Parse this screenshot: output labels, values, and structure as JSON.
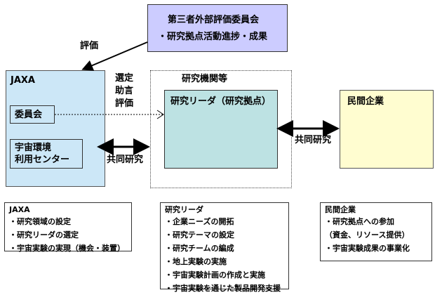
{
  "third_party": {
    "title": "第三者外部評価委員会",
    "subtitle": "・研究拠点活動進捗・成果"
  },
  "labels": {
    "evaluation": "評価",
    "select_advise_eval": [
      "選定",
      "助言",
      "評価"
    ],
    "joint_research_left": "共同研究",
    "joint_research_right": "共同研究"
  },
  "jaxa": {
    "title": "JAXA",
    "committee": "委員会",
    "space_center": [
      "宇宙環境",
      "利用センター"
    ]
  },
  "research_org": {
    "title": "研究機関等",
    "leader": "研究リーダ（研究拠点）"
  },
  "private_company": {
    "title": "民間企業"
  },
  "panels": {
    "jaxa": {
      "title": "JAXA",
      "items": [
        "・研究領域の設定",
        "・研究リーダの選定",
        "・宇宙実験の実現（機会・装置）"
      ]
    },
    "leader": {
      "title": "研究リーダ",
      "items": [
        "・企業ニーズの開拓",
        "・研究テーマの設定",
        "・研究チームの編成",
        "・地上実験の実施",
        "・宇宙実験計画の作成と実施",
        "・宇宙実験を通じた製品開発支援"
      ]
    },
    "private": {
      "title": "民間企業",
      "items": [
        "・研究拠点への参加",
        "（資金、リソース提供）",
        "・宇宙実験成果の事業化"
      ]
    }
  }
}
